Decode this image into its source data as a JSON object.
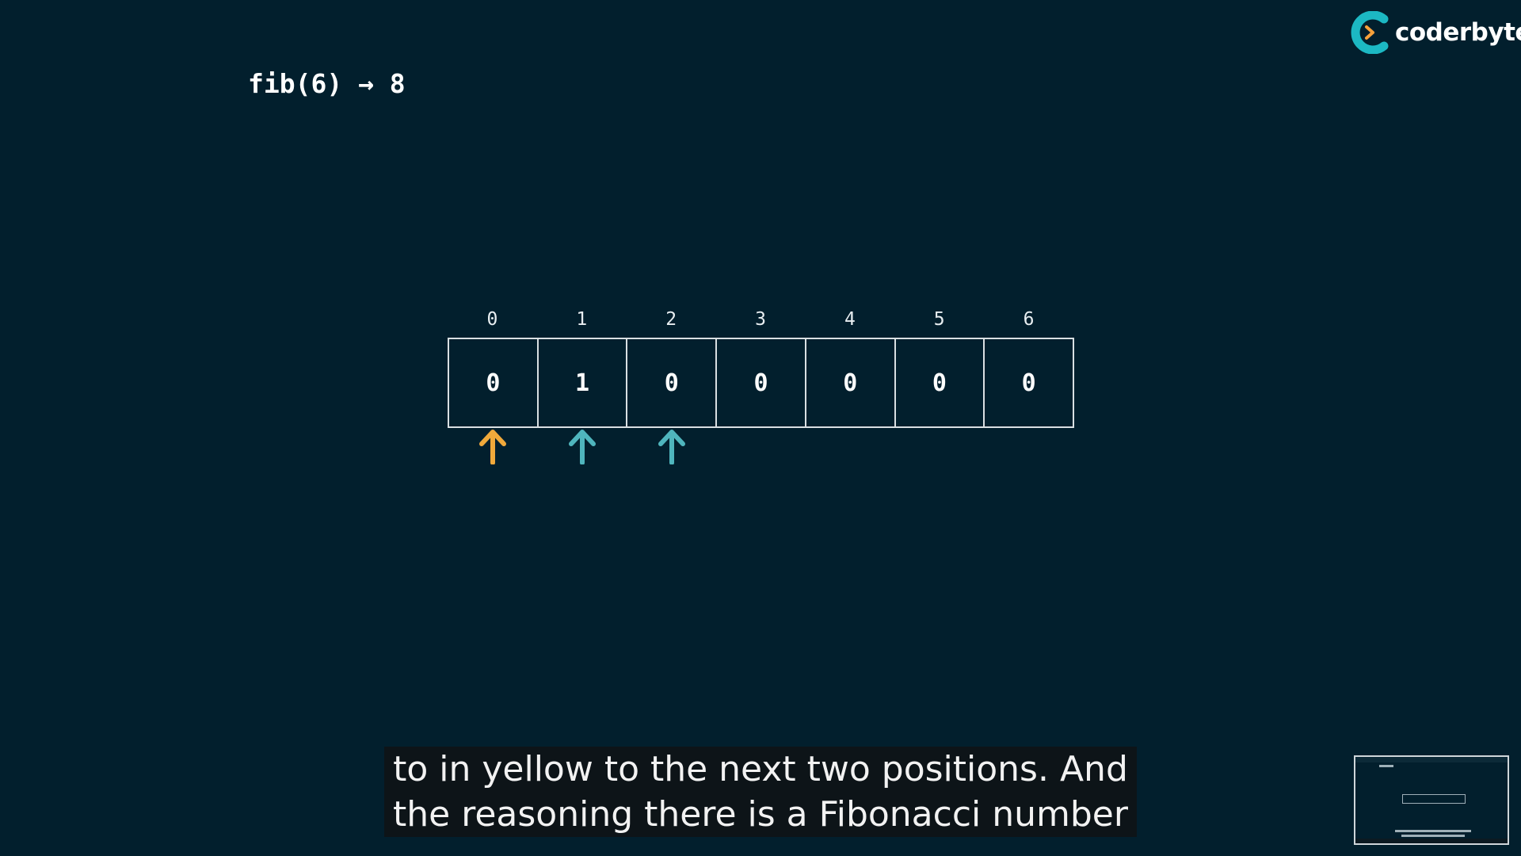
{
  "brand": {
    "name": "coderbyte",
    "colors": {
      "background": "#021f2d",
      "logo_teal": "#1cb8c3",
      "logo_orange": "#f7a13b",
      "pointer_yellow": "#f0a93b",
      "pointer_teal": "#4fb5bd"
    }
  },
  "title": {
    "text": "fib(6) → 8"
  },
  "array": {
    "indices": [
      "0",
      "1",
      "2",
      "3",
      "4",
      "5",
      "6"
    ],
    "values": [
      "0",
      "1",
      "0",
      "0",
      "0",
      "0",
      "0"
    ]
  },
  "pointers": [
    {
      "index": 0,
      "color": "yellow"
    },
    {
      "index": 1,
      "color": "teal"
    },
    {
      "index": 2,
      "color": "teal"
    }
  ],
  "caption": {
    "line1": "to in yellow to the next two positions. And",
    "line2": "the reasoning there is a Fibonacci number"
  }
}
